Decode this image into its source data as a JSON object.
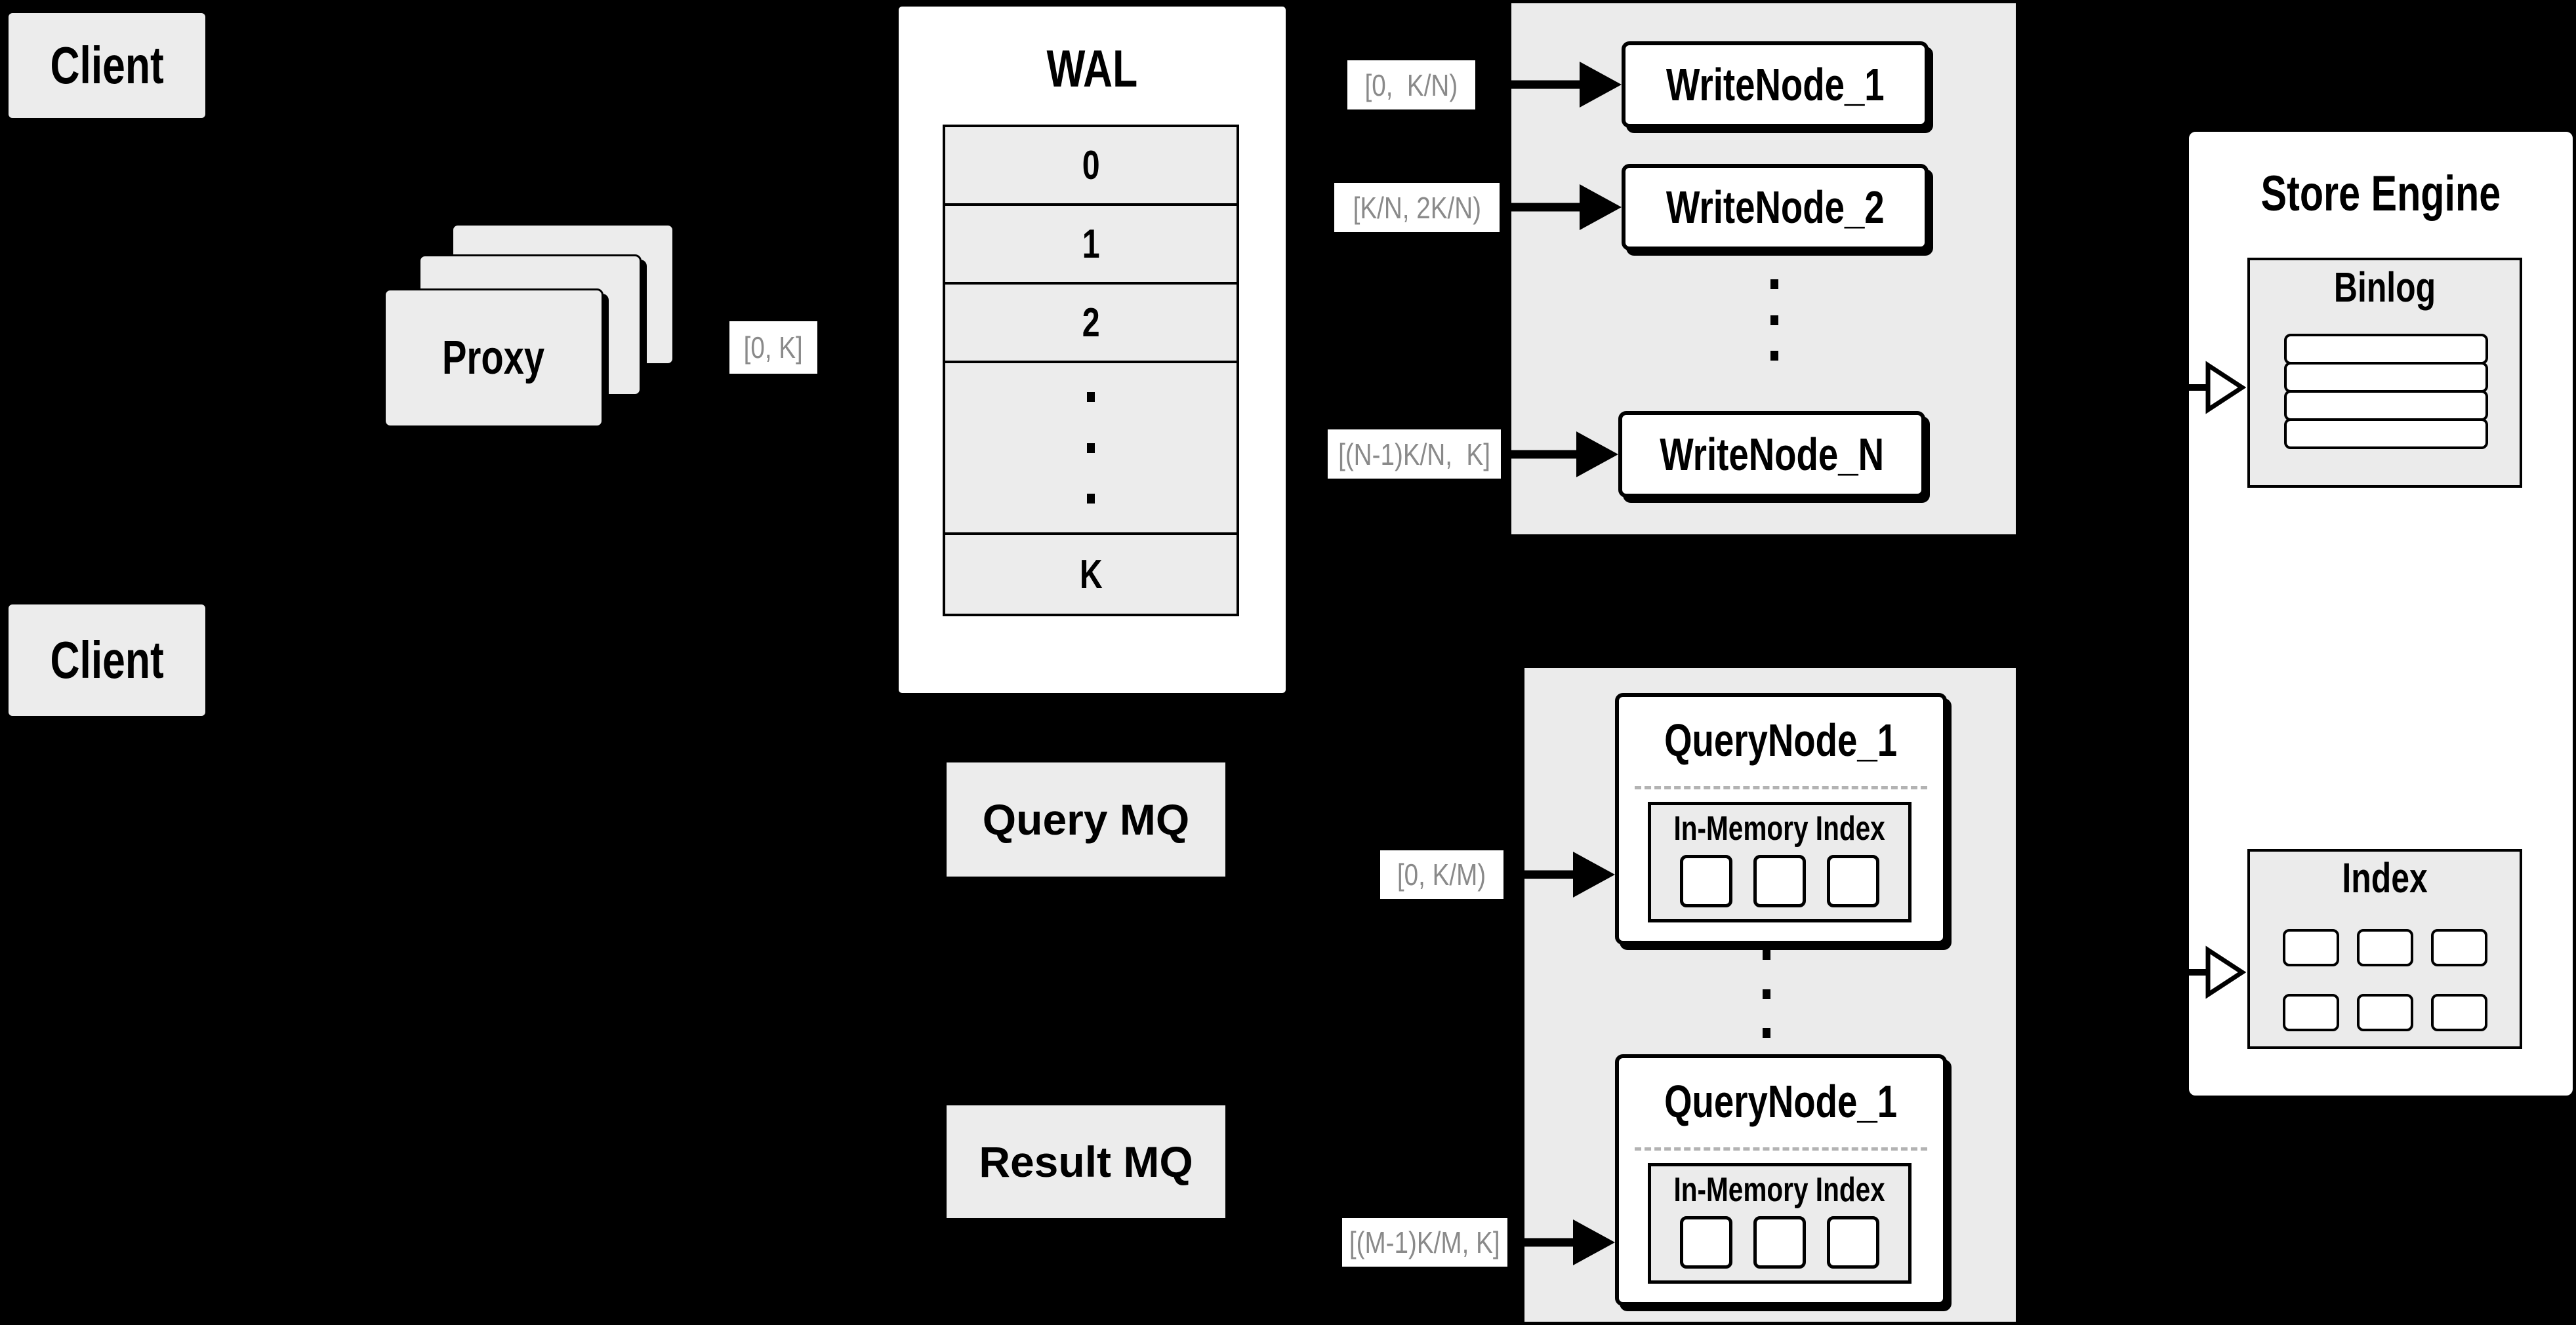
{
  "colors": {
    "background": "#000000",
    "panel_gray": "#ebebeb",
    "box_gray": "#ececec",
    "node_white": "#ffffff",
    "line_black": "#000000",
    "range_text_gray": "#8a8a8a",
    "divider_dash_gray": "#b3b3b3"
  },
  "clients": {
    "top": "Client",
    "bottom": "Client"
  },
  "proxy": {
    "label": "Proxy",
    "range": "[0, K]"
  },
  "wal": {
    "title": "WAL",
    "segments": [
      "0",
      "1",
      "2",
      "K"
    ],
    "ellipsis": "..."
  },
  "write": {
    "ellipsis": "...",
    "nodes": [
      {
        "label": "WriteNode_1",
        "range": "[0,  K/N)"
      },
      {
        "label": "WriteNode_2",
        "range": "[K/N, 2K/N)"
      },
      {
        "label": "WriteNode_N",
        "range": "[(N-1)K/N,  K]"
      }
    ]
  },
  "mq": {
    "query": "Query MQ",
    "result": "Result MQ"
  },
  "query": {
    "ellipsis": "...",
    "nodes": [
      {
        "label": "QueryNode_1",
        "inner": "In-Memory Index",
        "range": "[0, K/M)"
      },
      {
        "label": "QueryNode_1",
        "inner": "In-Memory Index",
        "range": "[(M-1)K/M, K]"
      }
    ]
  },
  "store": {
    "title": "Store Engine",
    "binlog": "Binlog",
    "index": "Index"
  }
}
